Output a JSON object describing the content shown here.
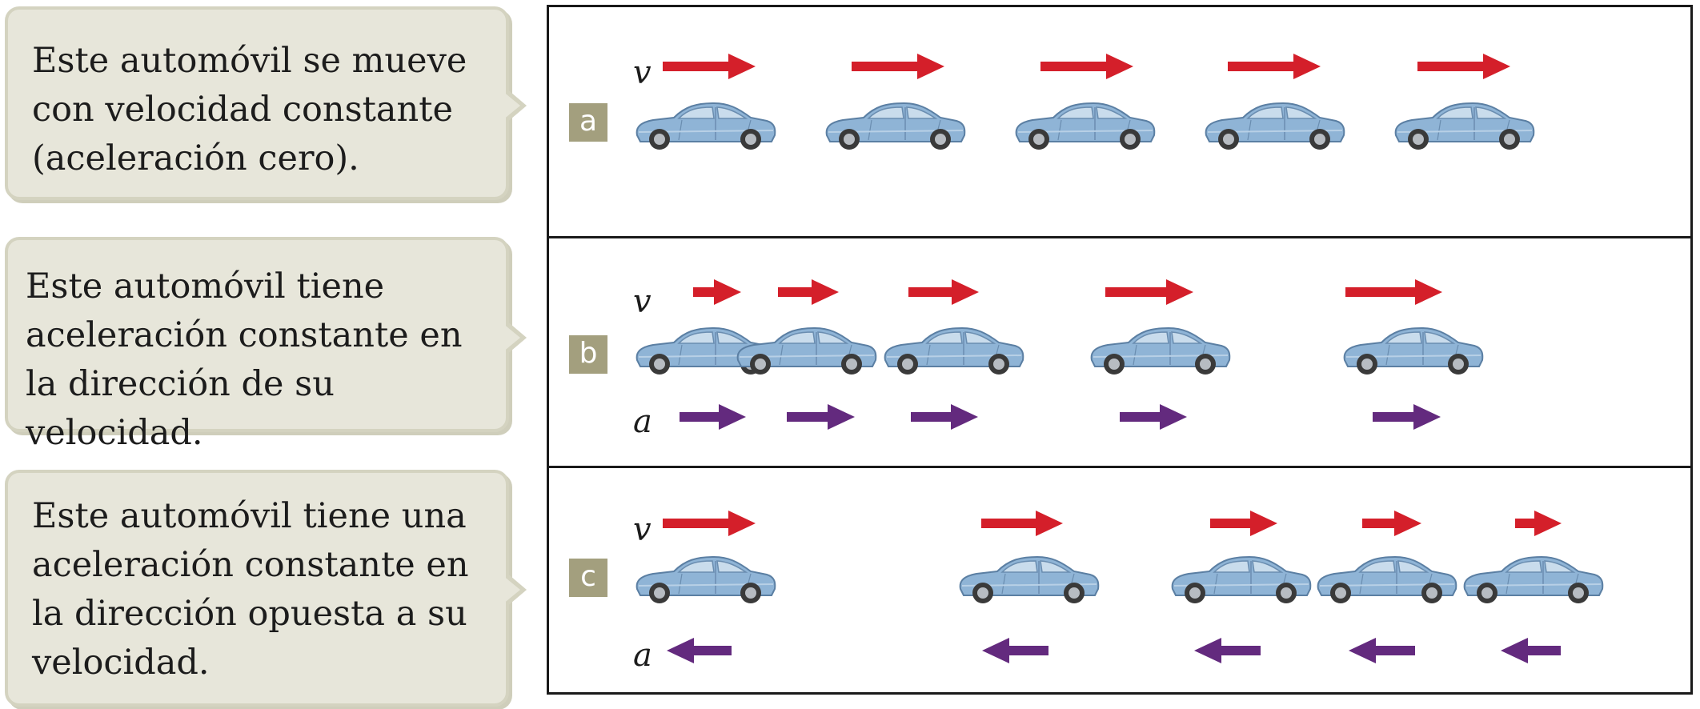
{
  "callouts": [
    {
      "text": "Este automóvil se mueve con velocidad constante (aceleración cero)."
    },
    {
      "text": "Este automóvil tiene aceleración constante en la dirección de su velocidad."
    },
    {
      "text": "Este automóvil tiene una aceleración constante en la dirección opuesta a su velocidad."
    }
  ],
  "panels": [
    {
      "badge": "a",
      "v_label": "v",
      "a_label": ""
    },
    {
      "badge": "b",
      "v_label": "v",
      "a_label": "a"
    },
    {
      "badge": "c",
      "v_label": "v",
      "a_label": "a"
    }
  ],
  "colors": {
    "velocity_arrow": "#d41f2a",
    "acceleration_arrow": "#632a7e",
    "car_body": "#8fb4d6",
    "badge": "#a39f7e",
    "callout_bg": "#e7e6da"
  },
  "icons": {
    "car": "car-icon",
    "velocity": "right-arrow-icon",
    "acceleration": "arrow-icon"
  }
}
